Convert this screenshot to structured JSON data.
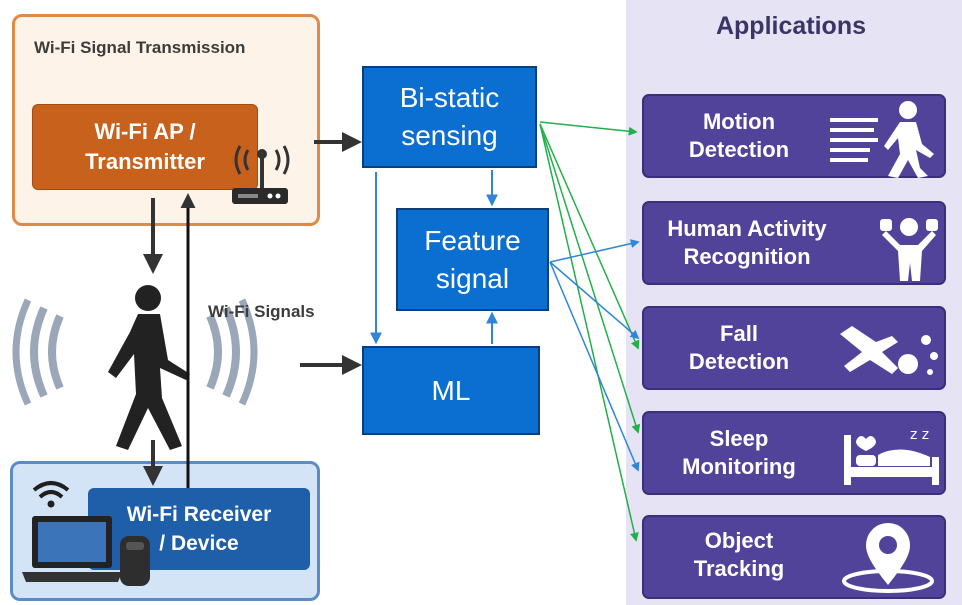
{
  "transmission": {
    "title": "Wi-Fi Signal Transmission",
    "ap_line1": "Wi-Fi AP /",
    "ap_line2": "Transmitter"
  },
  "wifi_signals_label": "Wi-Fi Signals",
  "receiver": {
    "line1": "Wi-Fi Receiver",
    "line2": "/ Device"
  },
  "processing": {
    "bistatic_line1": "Bi-static",
    "bistatic_line2": "sensing",
    "feature_line1": "Feature",
    "feature_line2": "signal",
    "ml": "ML"
  },
  "applications": {
    "title": "Applications",
    "items": [
      {
        "line1": "Motion",
        "line2": "Detection",
        "icon": "walking-person-icon"
      },
      {
        "line1": "Human Activity",
        "line2": "Recognition",
        "icon": "exercising-person-icon"
      },
      {
        "line1": "Fall",
        "line2": "Detection",
        "icon": "falling-person-icon"
      },
      {
        "line1": "Sleep",
        "line2": "Monitoring",
        "icon": "sleeping-bed-icon"
      },
      {
        "line1": "Object",
        "line2": "Tracking",
        "icon": "location-pin-icon"
      }
    ]
  },
  "colors": {
    "transmitter": "#c8611c",
    "receiver": "#1f5ea8",
    "processing": "#0b6fd1",
    "application": "#51439a",
    "green_arrow": "#22b04a",
    "blue_arrow": "#2f86d6"
  }
}
